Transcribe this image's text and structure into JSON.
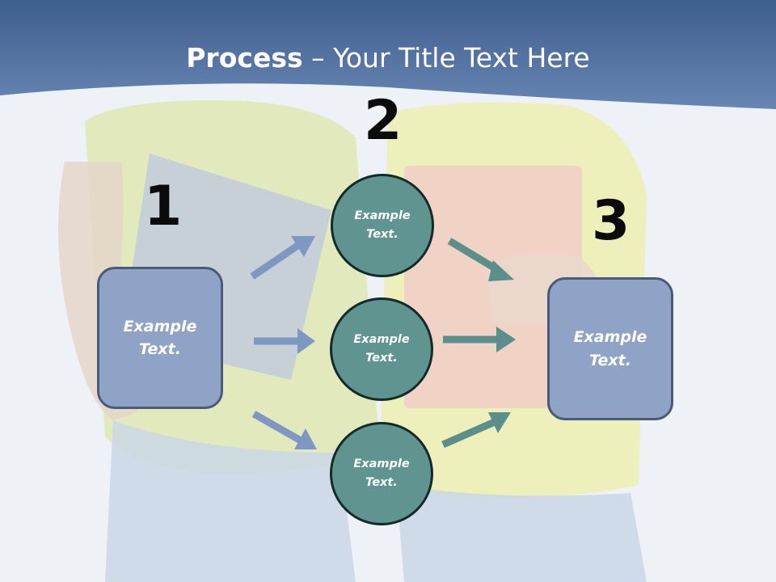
{
  "title": {
    "strong": "Process",
    "rest": " – Your Title Text Here"
  },
  "steps": {
    "one": "1",
    "two": "2",
    "three": "3"
  },
  "left_box": {
    "line1": "Example",
    "line2": "Text."
  },
  "right_box": {
    "line1": "Example",
    "line2": "Text."
  },
  "circles": [
    {
      "line1": "Example",
      "line2": "Text."
    },
    {
      "line1": "Example",
      "line2": "Text."
    },
    {
      "line1": "Example",
      "line2": "Text."
    }
  ],
  "colors": {
    "header": "#4d6f9f",
    "box_fill": "#8fa3c6",
    "box_border": "#4a5a78",
    "circle_fill": "#5f9490",
    "circle_border": "#142a2a",
    "arrow_left": "#7f98c1",
    "arrow_right": "#5b8f8c"
  }
}
